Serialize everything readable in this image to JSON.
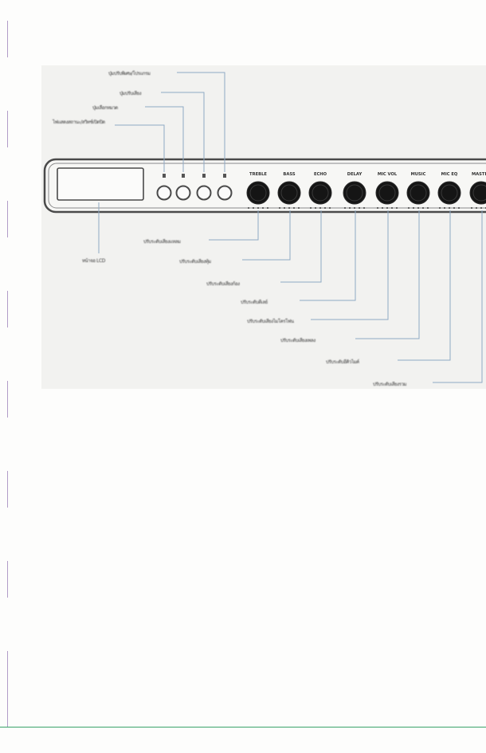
{
  "diagram": {
    "top_callouts": [
      {
        "id": "button-4",
        "label": "ปุ่มปรับพิเศษ/โปรแกรม"
      },
      {
        "id": "button-3",
        "label": "ปุ่มปรับเสียง"
      },
      {
        "id": "button-2",
        "label": "ปุ่มเลือกหมวด"
      },
      {
        "id": "button-1",
        "label": "ไฟแสดงสถานะ/สวิทช์เปิดปิด"
      }
    ],
    "display_label": "หน้าจอ LCD",
    "knob_headers": [
      "TREBLE",
      "BASS",
      "ECHO",
      "DELAY",
      "MIC VOL",
      "MUSIC",
      "MIC EQ",
      "MASTER"
    ],
    "bottom_callouts": [
      {
        "knob": 0,
        "label": "ปรับระดับเสียงแหลม"
      },
      {
        "knob": 1,
        "label": "ปรับระดับเสียงทุ้ม"
      },
      {
        "knob": 2,
        "label": "ปรับระดับเสียงก้อง"
      },
      {
        "knob": 3,
        "label": "ปรับระดับดีเลย์"
      },
      {
        "knob": 4,
        "label": "ปรับระดับเสียงไมโครโฟน"
      },
      {
        "knob": 5,
        "label": "ปรับระดับเสียงเพลง"
      },
      {
        "knob": 6,
        "label": "ปรับระดับอีคิวไมค์"
      },
      {
        "knob": 7,
        "label": "ปรับระดับเสียงรวม"
      }
    ]
  }
}
